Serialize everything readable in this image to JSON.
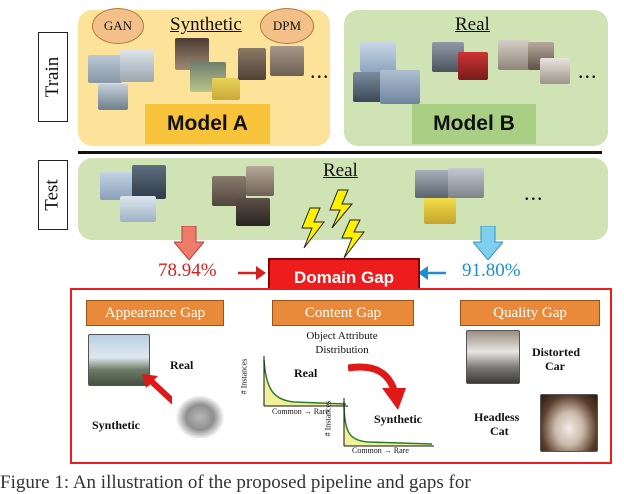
{
  "row_labels": {
    "train": "Train",
    "test": "Test"
  },
  "train": {
    "synthetic_label": "Synthetic",
    "real_label": "Real",
    "cloud_left": "GAN",
    "cloud_right": "DPM",
    "model_a": "Model A",
    "model_b": "Model B",
    "ellipsis": "..."
  },
  "test": {
    "real_label": "Real",
    "ellipsis": "..."
  },
  "middle": {
    "domain_gap": "Domain Gap",
    "left_pct": "78.94%",
    "right_pct": "91.80%"
  },
  "gaps": {
    "appearance": "Appearance Gap",
    "content": "Content Gap",
    "quality": "Quality Gap",
    "appearance_real": "Real",
    "appearance_synthetic": "Synthetic",
    "content_subtitle_1": "Object Attribute",
    "content_subtitle_2": "Distribution",
    "content_real": "Real",
    "content_synthetic": "Synthetic",
    "y_axis": "# Instances",
    "x_axis": "Common → Rare",
    "quality_top_1": "Distorted",
    "quality_top_2": "Car",
    "quality_bottom_1": "Headless",
    "quality_bottom_2": "Cat"
  },
  "caption": "Figure 1: An illustration of the proposed pipeline and gaps for",
  "colors": {
    "synthetic_panel": "#fde29a",
    "real_panel": "#cfe3b4",
    "model_a_box": "#f7c33a",
    "model_b_box": "#a9cf84",
    "gap_red": "#ee1c1c",
    "gap_header": "#e98a3a",
    "arrow_left": "#f07a6a",
    "arrow_right": "#7fd0ef",
    "lightning": "#fff200"
  }
}
